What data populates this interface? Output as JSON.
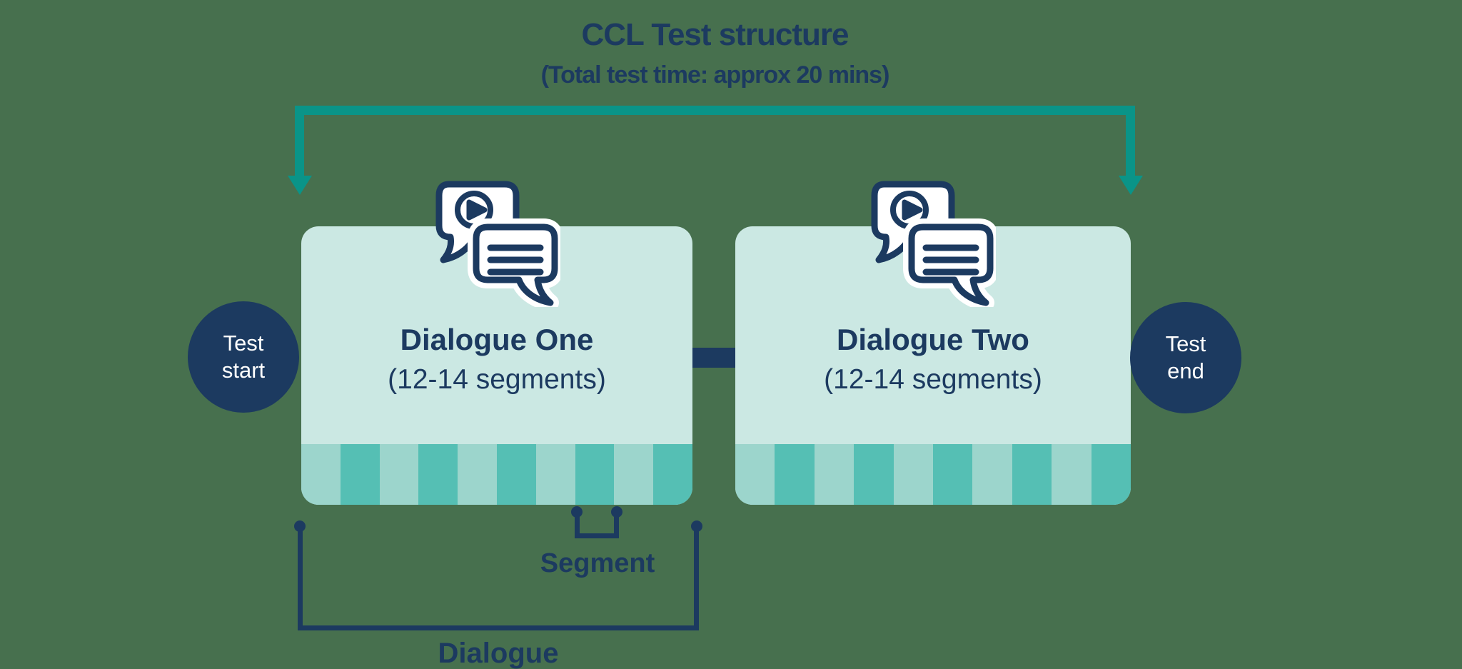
{
  "title": "CCL Test structure",
  "subtitle": "(Total test time: approx 20 mins)",
  "colors": {
    "background": "#47704E",
    "navy": "#1C3A60",
    "teal": "#0A9488",
    "box_fill": "#CBE8E3",
    "stripe_light": "#9CD5CC",
    "stripe_dark": "#55BFB4",
    "text_on_navy": "#FFFFFF"
  },
  "start_node": {
    "line1": "Test",
    "line2": "start"
  },
  "end_node": {
    "line1": "Test",
    "line2": "end"
  },
  "dialogues": [
    {
      "title": "Dialogue One",
      "subtitle": "(12-14 segments)"
    },
    {
      "title": "Dialogue Two",
      "subtitle": "(12-14 segments)"
    }
  ],
  "stripes_per_box": 10,
  "labels": {
    "segment": "Segment",
    "dialogue": "Dialogue"
  },
  "icons": {
    "dialogue": "speech-bubbles-with-play-icon",
    "duration_arrow": "test-duration-arrow"
  }
}
